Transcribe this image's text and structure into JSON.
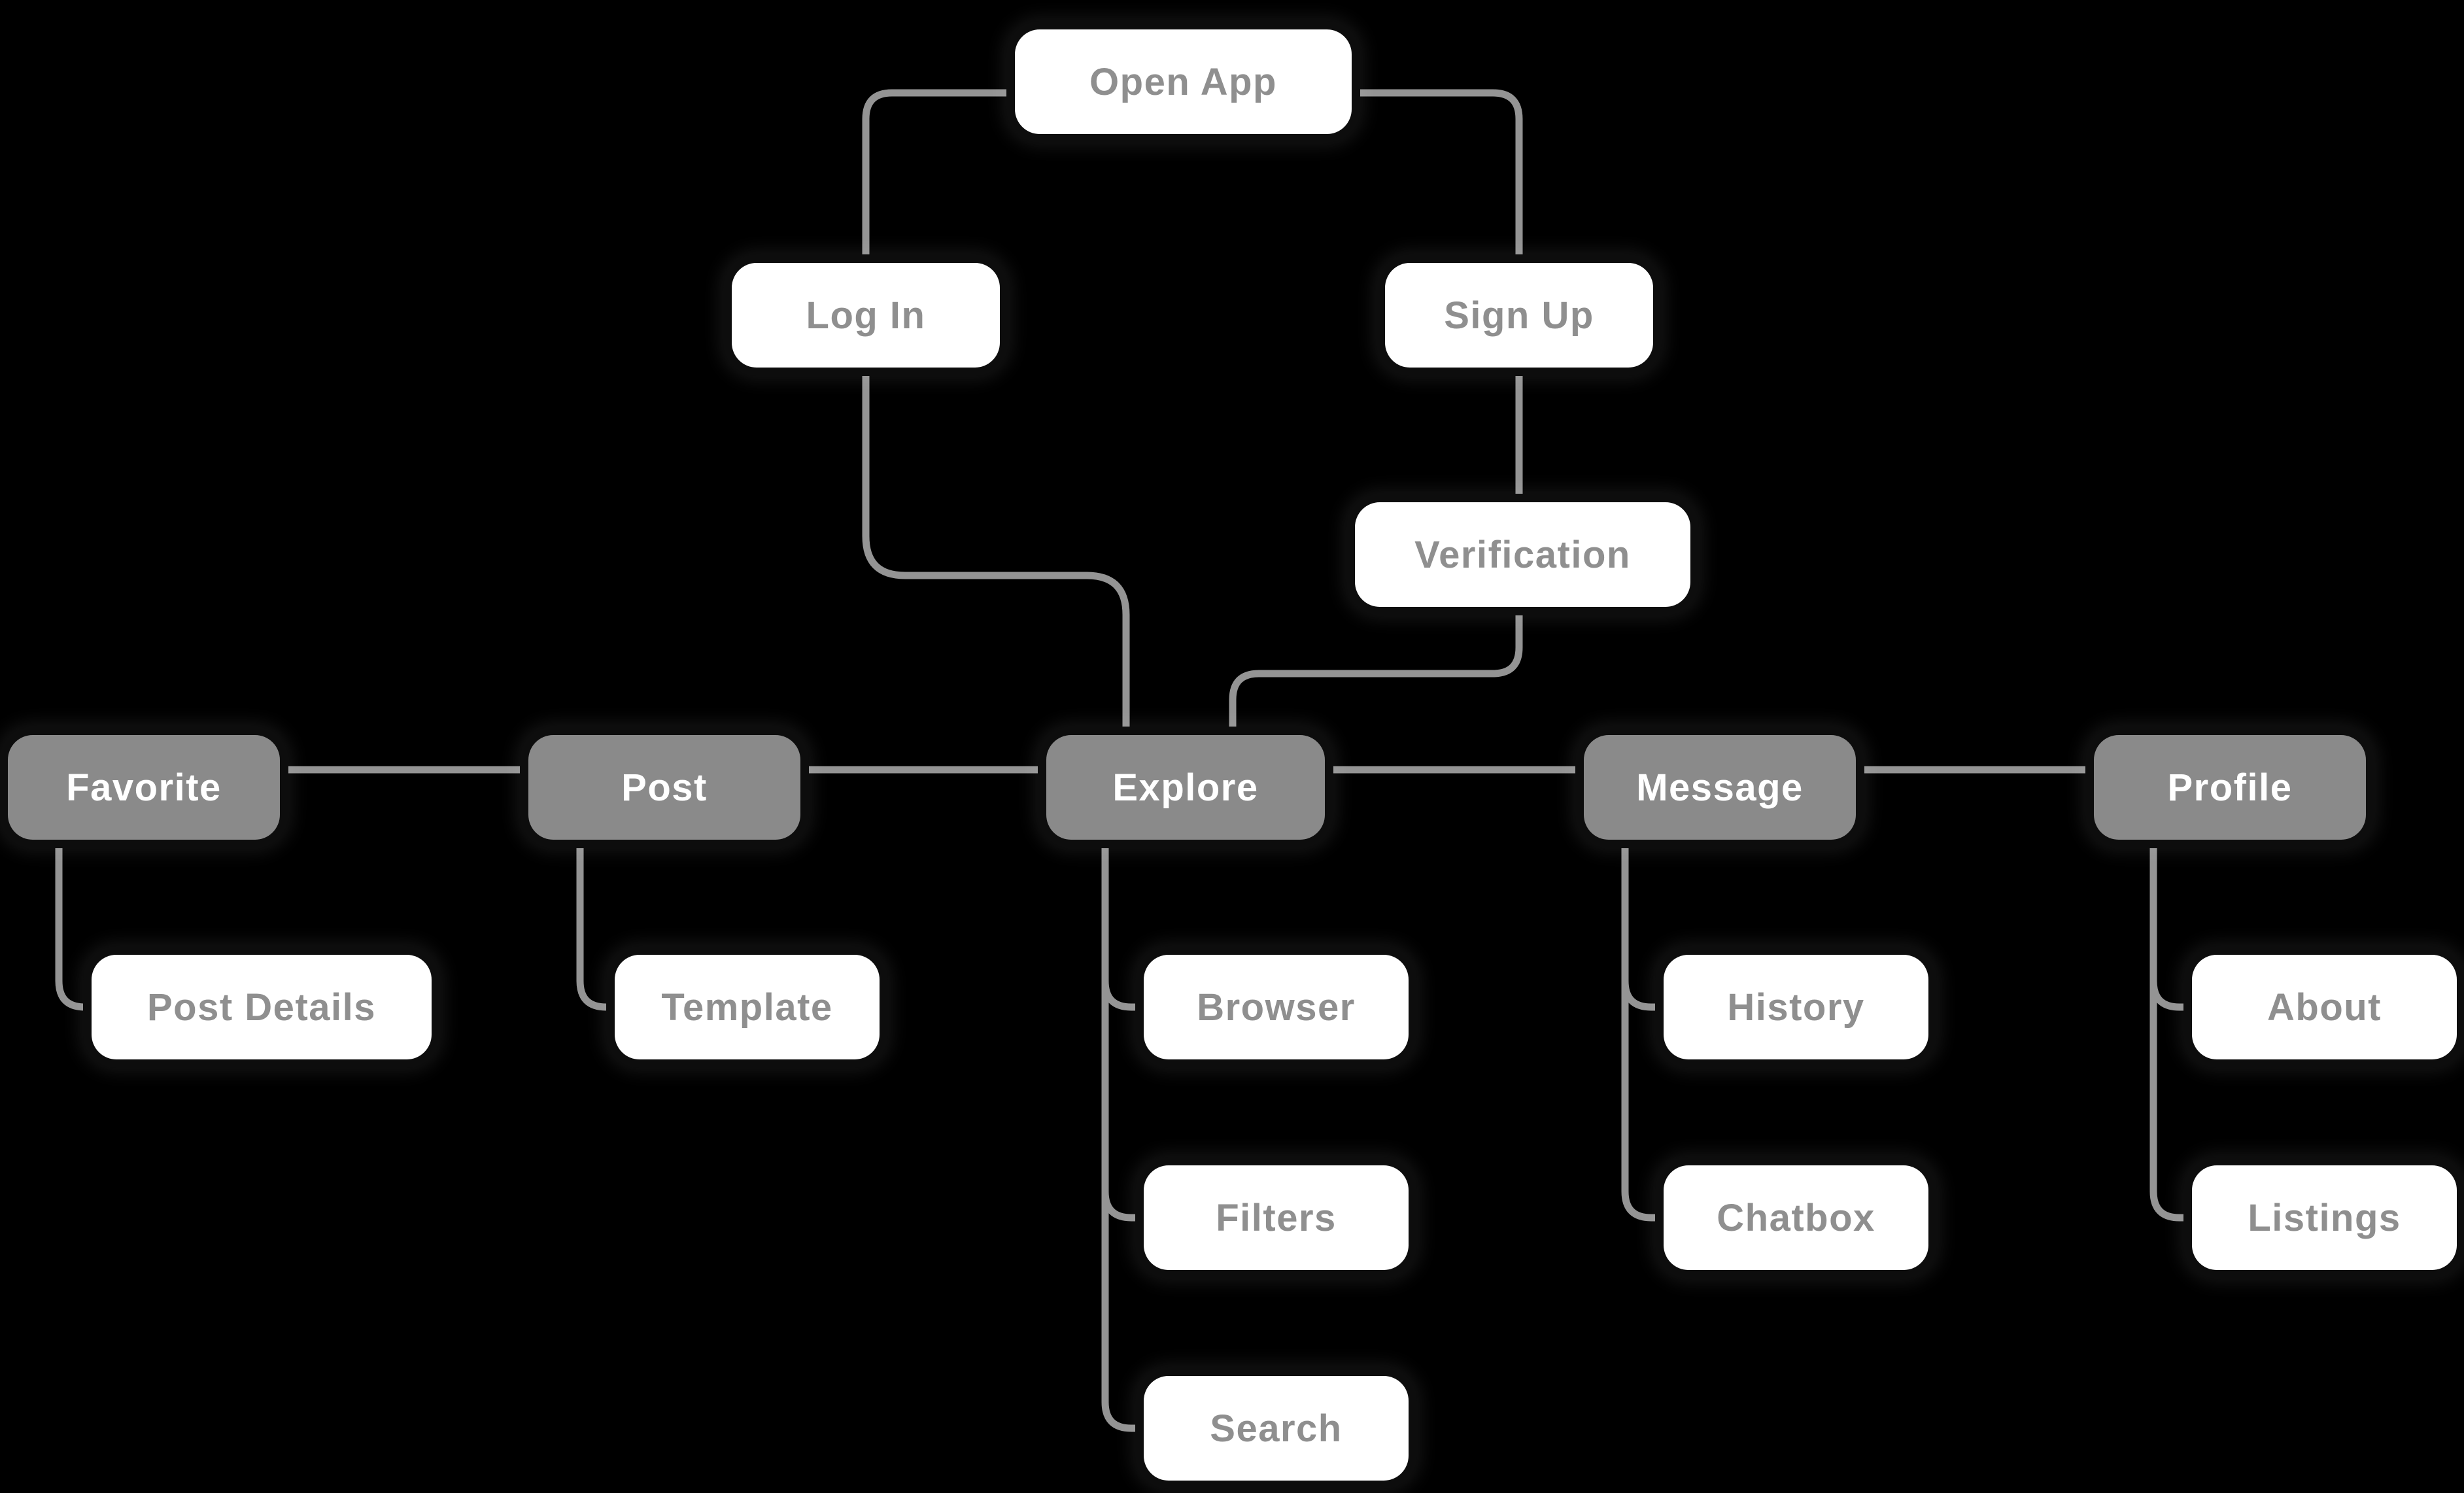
{
  "diagram": {
    "colors": {
      "background": "#000000",
      "connector": "#949494",
      "primary_node_fill": "#8a8a8a",
      "primary_node_text": "#ffffff",
      "secondary_node_fill": "#ffffff",
      "secondary_node_text": "#8f8f8f"
    },
    "nodes": {
      "open_app": {
        "label": "Open App",
        "type": "secondary"
      },
      "log_in": {
        "label": "Log In",
        "type": "secondary"
      },
      "sign_up": {
        "label": "Sign Up",
        "type": "secondary"
      },
      "verification": {
        "label": "Verification",
        "type": "secondary"
      },
      "favorite": {
        "label": "Favorite",
        "type": "primary"
      },
      "post": {
        "label": "Post",
        "type": "primary"
      },
      "explore": {
        "label": "Explore",
        "type": "primary"
      },
      "message": {
        "label": "Message",
        "type": "primary"
      },
      "profile": {
        "label": "Profile",
        "type": "primary"
      },
      "post_details": {
        "label": "Post Details",
        "type": "secondary"
      },
      "template": {
        "label": "Template",
        "type": "secondary"
      },
      "browser": {
        "label": "Browser",
        "type": "secondary"
      },
      "filters": {
        "label": "Filters",
        "type": "secondary"
      },
      "search": {
        "label": "Search",
        "type": "secondary"
      },
      "history": {
        "label": "History",
        "type": "secondary"
      },
      "chatbox": {
        "label": "Chatbox",
        "type": "secondary"
      },
      "about": {
        "label": "About",
        "type": "secondary"
      },
      "listings": {
        "label": "Listings",
        "type": "secondary"
      }
    },
    "edges": [
      {
        "from": "Open App",
        "to": "Log In"
      },
      {
        "from": "Open App",
        "to": "Sign Up"
      },
      {
        "from": "Sign Up",
        "to": "Verification"
      },
      {
        "from": "Log In",
        "to": "Explore"
      },
      {
        "from": "Verification",
        "to": "Explore"
      },
      {
        "from": "Favorite",
        "to": "Post"
      },
      {
        "from": "Post",
        "to": "Explore"
      },
      {
        "from": "Explore",
        "to": "Message"
      },
      {
        "from": "Message",
        "to": "Profile"
      },
      {
        "from": "Favorite",
        "to": "Post Details"
      },
      {
        "from": "Post",
        "to": "Template"
      },
      {
        "from": "Explore",
        "to": "Browser"
      },
      {
        "from": "Explore",
        "to": "Filters"
      },
      {
        "from": "Explore",
        "to": "Search"
      },
      {
        "from": "Message",
        "to": "History"
      },
      {
        "from": "Message",
        "to": "Chatbox"
      },
      {
        "from": "Profile",
        "to": "About"
      },
      {
        "from": "Profile",
        "to": "Listings"
      }
    ]
  }
}
